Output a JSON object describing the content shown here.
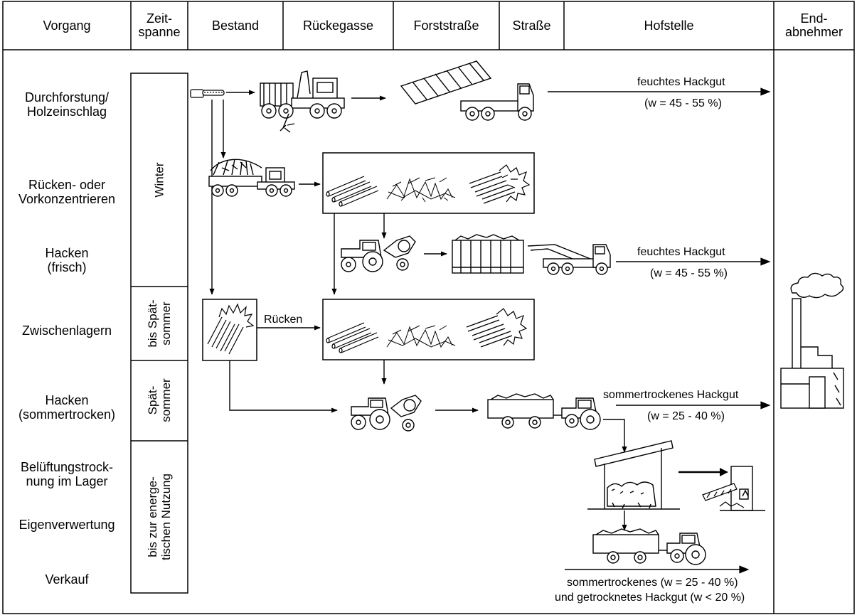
{
  "headers": {
    "vorgang": "Vorgang",
    "zeitspanne": "Zeit-\nspanne",
    "bestand": "Bestand",
    "rueckegasse": "Rückegasse",
    "forststrasse": "Forststraße",
    "strasse": "Straße",
    "hofstelle": "Hofstelle",
    "endabnehmer": "End-\nabnehmer"
  },
  "stages": {
    "durchforstung": "Durchforstung/\nHolzeinschlag",
    "ruecken": "Rücken- oder\nVorkonzentrieren",
    "hacken_frisch": "Hacken\n(frisch)",
    "zwischenlagern": "Zwischenlagern",
    "hacken_sommer": "Hacken\n(sommertrocken)",
    "belueftung": "Belüftungstrock-\nnung im Lager",
    "eigenverwertung": "Eigenverwertung",
    "verkauf": "Verkauf"
  },
  "periods": {
    "winter": "Winter",
    "bis_spaetsommer": "bis Spät-\nsommer",
    "spaetsommer": "Spät-\nsommer",
    "bis_nutzung": "bis zur energe-\ntischen Nutzung"
  },
  "flow_labels": {
    "feucht1_a": "feuchtes Hackgut",
    "feucht1_b": "(w = 45 - 55 %)",
    "feucht2_a": "feuchtes Hackgut",
    "feucht2_b": "(w = 45 - 55 %)",
    "ruecken": "Rücken",
    "sommer_a": "sommertrockenes Hackgut",
    "sommer_b": "(w = 25 - 40 %)",
    "verkauf_a": "sommertrockenes (w = 25 - 40 %)",
    "verkauf_b": "und getrocknetes Hackgut (w < 20 %)"
  }
}
